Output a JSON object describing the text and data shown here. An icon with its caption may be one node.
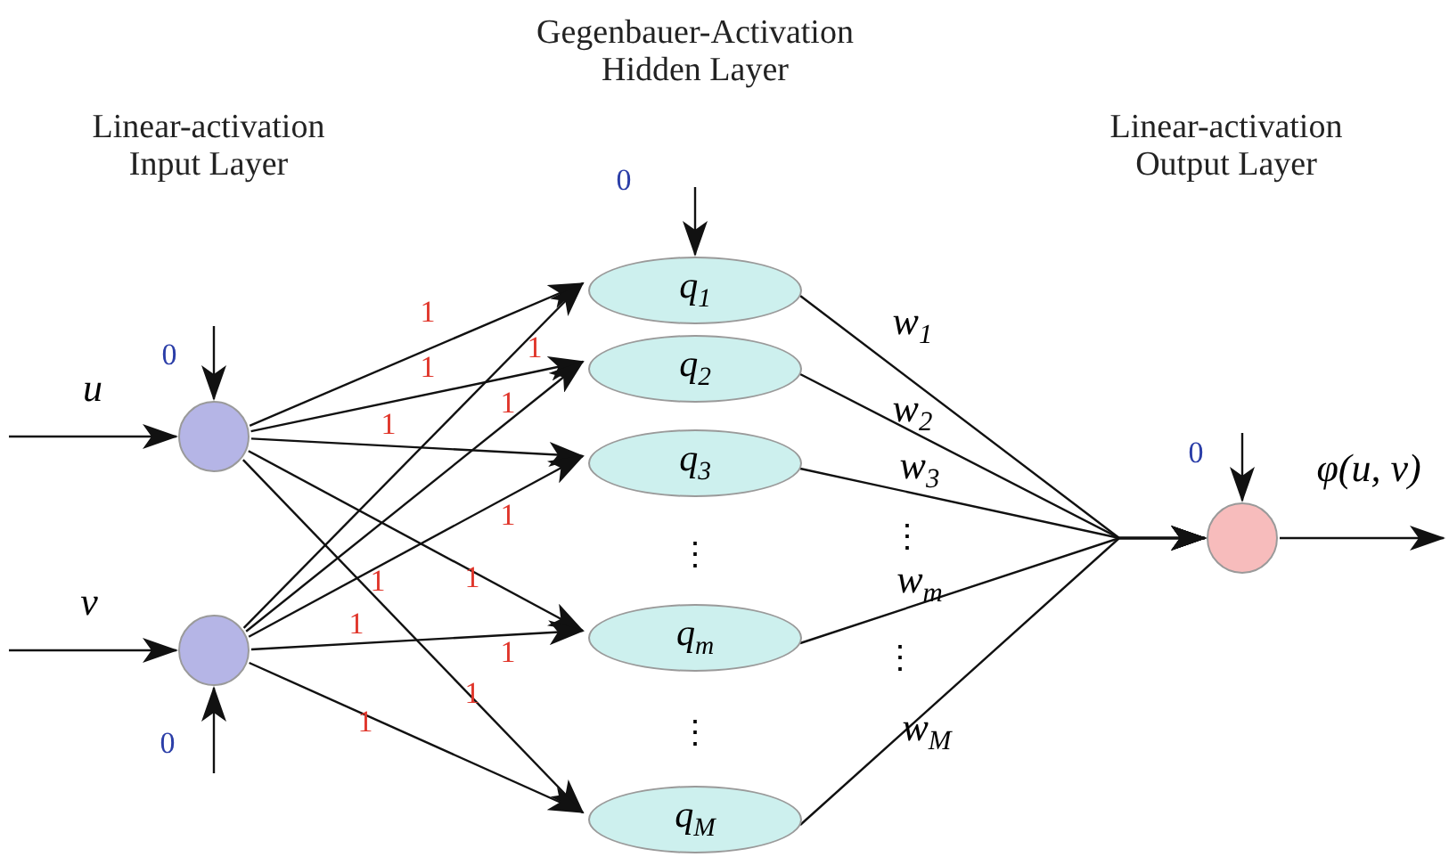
{
  "diagram": {
    "nodes": [
      {
        "text": [],
        "shape": "circle"
      },
      {
        "text": [],
        "shape": "circle"
      },
      {
        "text": [
          "q$_{1}$"
        ]
      },
      {
        "text": [
          "q$_{2}$"
        ]
      },
      {
        "text": [
          "q$_{3}$"
        ]
      },
      {
        "text": [
          "q$_{m}$"
        ]
      },
      {
        "text": [
          "q$_{M}$"
        ]
      },
      {
        "text": [],
        "shape": "circle"
      }
    ],
    "edges": [
      {
        "from": 0,
        "to": 2,
        "arrow": "to",
        "label": "1"
      },
      {
        "from": 0,
        "to": 3,
        "arrow": "to",
        "label": "1"
      },
      {
        "from": 0,
        "to": 4,
        "arrow": "to",
        "label": "1"
      },
      {
        "from": 0,
        "to": 5,
        "arrow": "to",
        "label": "1"
      },
      {
        "from": 0,
        "to": 6,
        "arrow": "to",
        "label": "1"
      },
      {
        "from": 1,
        "to": 2,
        "arrow": "to",
        "label": "1"
      },
      {
        "from": 1,
        "to": 3,
        "arrow": "to",
        "label": "1"
      },
      {
        "from": 1,
        "to": 4,
        "arrow": "to",
        "label": "1"
      },
      {
        "from": 1,
        "to": 5,
        "arrow": "to",
        "label": "1"
      },
      {
        "from": 1,
        "to": 6,
        "arrow": "to",
        "label": "1"
      },
      {
        "from": 2,
        "to": 7,
        "arrow": "to",
        "label": "w$_{1}$"
      },
      {
        "from": 3,
        "to": 7,
        "arrow": "to",
        "label": "w$_{2}$"
      },
      {
        "from": 4,
        "to": 7,
        "arrow": "to",
        "label": "w$_{3}$"
      },
      {
        "from": 5,
        "to": 7,
        "arrow": "to",
        "label": "w$_{m}$"
      },
      {
        "from": 6,
        "to": 7,
        "arrow": "to",
        "label": "w$_{M}$"
      },
      {
        "from": null,
        "to": 0,
        "arrow": "to",
        "label": "u"
      },
      {
        "from": null,
        "to": 1,
        "arrow": "to",
        "label": "v"
      },
      {
        "from": null,
        "to": 0,
        "arrow": "to",
        "label": "0"
      },
      {
        "from": null,
        "to": 1,
        "arrow": "to",
        "label": "0"
      },
      {
        "from": null,
        "to": 2,
        "arrow": "to",
        "label": "0"
      },
      {
        "from": null,
        "to": 7,
        "arrow": "to",
        "label": "0"
      },
      {
        "from": 7,
        "to": null,
        "arrow": "to",
        "label": "φ(u, v)"
      }
    ],
    "labels": [
      "Gegenbauer-Activation Hidden Layer",
      "Linear-activation Input Layer",
      "Linear-activation Output Layer",
      "1",
      "1",
      "⋮",
      "⋮",
      "⋮",
      "⋮"
    ]
  }
}
